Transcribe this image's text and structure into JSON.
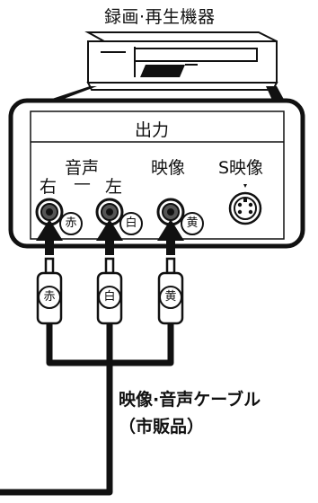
{
  "device": {
    "label": "録画·再生機器"
  },
  "panel": {
    "title": "出力",
    "columns": {
      "audio": "音声",
      "video": "映像",
      "svideo": "S映像"
    },
    "channels": {
      "right": "右",
      "dash": "—",
      "left": "左"
    },
    "jack_badges": {
      "red": "赤",
      "white": "白",
      "yellow": "黄"
    }
  },
  "plug_badges": {
    "red": "赤",
    "white": "白",
    "yellow": "黄"
  },
  "cable": {
    "line1": "映像·音声ケーブル",
    "line2": "（市販品）"
  },
  "colors": {
    "ink": "#111111",
    "panel_bg": "#ffffff",
    "device_stripe": "#111111"
  },
  "icons": {
    "arrow": "up-arrow-icon",
    "jack": "rca-jack-icon",
    "svideo": "svideo-jack-icon",
    "plug": "rca-plug-icon"
  }
}
